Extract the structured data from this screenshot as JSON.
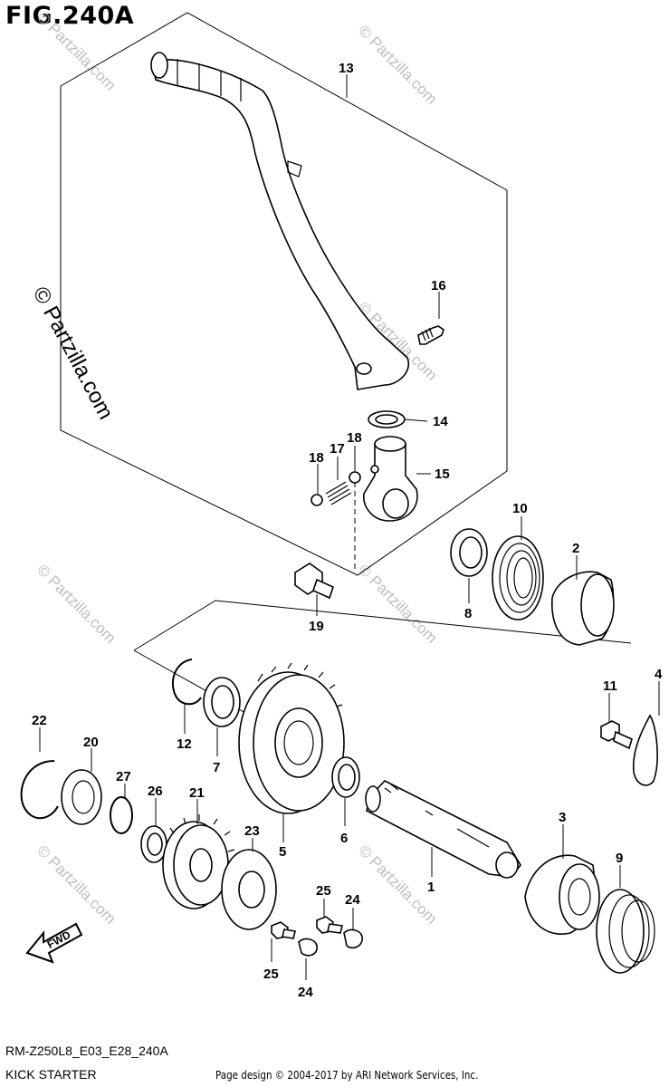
{
  "figure": {
    "title": "FIG.240A",
    "model_code": "RM-Z250L8_E03_E28_240A",
    "section_name": "KICK STARTER",
    "copyright": "Page design © 2004-2017 by ARI Network Services, Inc.",
    "direction_label": "FWD"
  },
  "watermark": {
    "text": "© Partzilla.com"
  },
  "callouts": [
    "13",
    "16",
    "14",
    "18",
    "17",
    "18",
    "15",
    "10",
    "2",
    "8",
    "19",
    "22",
    "20",
    "12",
    "7",
    "27",
    "26",
    "21",
    "23",
    "5",
    "6",
    "1",
    "3",
    "9",
    "11",
    "4",
    "25",
    "24",
    "25",
    "24"
  ],
  "icons": {
    "direction_arrow": "fwd-arrow-icon"
  },
  "colors": {
    "line": "#000000",
    "watermark": "#bdbdbd",
    "background": "#ffffff"
  }
}
